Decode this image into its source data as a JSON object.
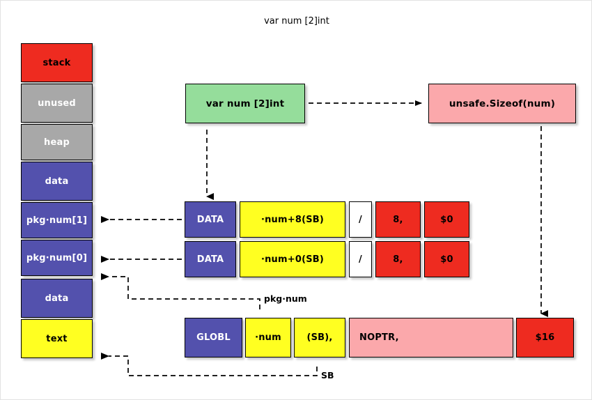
{
  "title": "var num [2]int",
  "colors": {
    "red": "#ee2b20",
    "gray": "#a8a8a8",
    "blue": "#5351ad",
    "yellow": "#ffff21",
    "green": "#95dd9b",
    "pink": "#fba8ab",
    "white": "#ffffff",
    "border": "#000000"
  },
  "memory_layout": {
    "name": "process-memory-layout",
    "segments": [
      {
        "label": "stack",
        "fill": "red"
      },
      {
        "label": "unused",
        "fill": "gray"
      },
      {
        "label": "heap",
        "fill": "gray"
      },
      {
        "label": "data",
        "fill": "blue"
      },
      {
        "label": "pkg·num[1]",
        "fill": "blue"
      },
      {
        "label": "pkg·num[0]",
        "fill": "blue"
      },
      {
        "label": "data",
        "fill": "blue"
      },
      {
        "label": "text",
        "fill": "yellow"
      }
    ]
  },
  "source": {
    "declaration": "var num [2]int",
    "sizeof": "unsafe.Sizeof(num)"
  },
  "asm": {
    "data_rows": [
      {
        "name": "data-directive-high",
        "cells": [
          {
            "text": "DATA",
            "fill": "blue"
          },
          {
            "text": "·num+8(SB)",
            "fill": "yellow"
          },
          {
            "text": "/",
            "fill": "white"
          },
          {
            "text": "8,",
            "fill": "red"
          },
          {
            "text": "$0",
            "fill": "red"
          }
        ]
      },
      {
        "name": "data-directive-low",
        "cells": [
          {
            "text": "DATA",
            "fill": "blue"
          },
          {
            "text": "·num+0(SB)",
            "fill": "yellow"
          },
          {
            "text": "/",
            "fill": "white"
          },
          {
            "text": "8,",
            "fill": "red"
          },
          {
            "text": "$0",
            "fill": "red"
          }
        ]
      }
    ],
    "globl_row": {
      "name": "globl-directive",
      "cells": [
        {
          "text": "GLOBL",
          "fill": "blue"
        },
        {
          "text": "·num",
          "fill": "yellow"
        },
        {
          "text": "(SB),",
          "fill": "yellow"
        },
        {
          "text": "NOPTR,",
          "fill": "pink"
        },
        {
          "text": "$16",
          "fill": "red"
        }
      ]
    }
  },
  "annotations": {
    "pkg_num": "pkg·num",
    "sb": "SB"
  }
}
